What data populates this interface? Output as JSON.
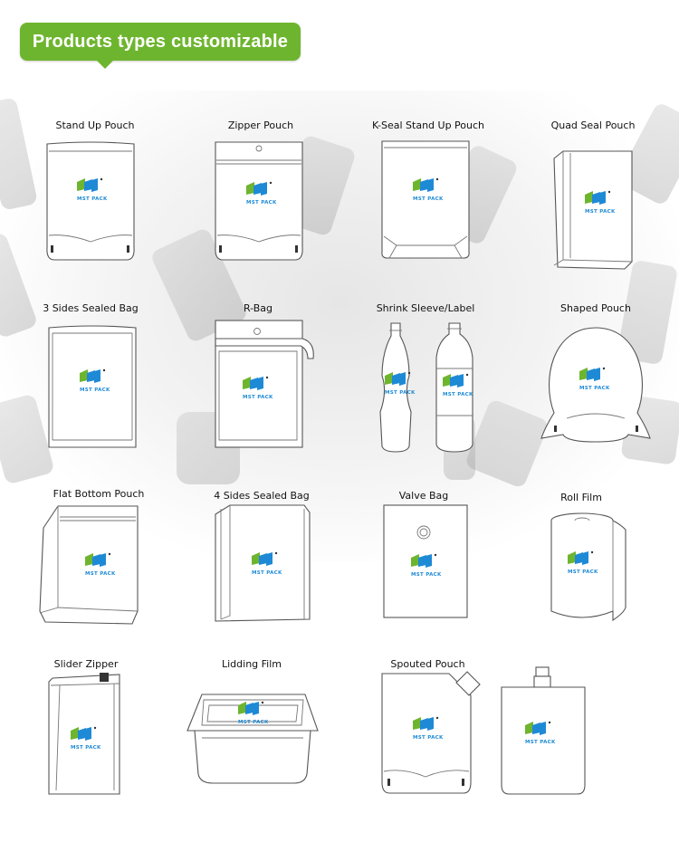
{
  "banner": {
    "title": "Products types customizable",
    "color": "#6eb52f"
  },
  "brand": {
    "logo_text": "MST PACK",
    "blue": "#1e8ad6",
    "green": "#6eb52f"
  },
  "products": [
    {
      "id": "stand-up-pouch",
      "label": "Stand Up Pouch"
    },
    {
      "id": "zipper-pouch",
      "label": "Zipper Pouch"
    },
    {
      "id": "k-seal-stand-up-pouch",
      "label": "K-Seal Stand Up Pouch"
    },
    {
      "id": "quad-seal-pouch",
      "label": "Quad Seal Pouch"
    },
    {
      "id": "three-sides-sealed-bag",
      "label": "3 Sides Sealed Bag"
    },
    {
      "id": "r-bag",
      "label": "R-Bag"
    },
    {
      "id": "shrink-sleeve-label",
      "label": "Shrink Sleeve/Label"
    },
    {
      "id": "shaped-pouch",
      "label": "Shaped Pouch"
    },
    {
      "id": "flat-bottom-pouch",
      "label": "Flat Bottom Pouch"
    },
    {
      "id": "four-sides-sealed-bag",
      "label": "4 Sides Sealed Bag"
    },
    {
      "id": "valve-bag",
      "label": "Valve Bag"
    },
    {
      "id": "roll-film",
      "label": "Roll Film"
    },
    {
      "id": "slider-zipper",
      "label": "Slider Zipper"
    },
    {
      "id": "lidding-film",
      "label": "Lidding Film"
    },
    {
      "id": "spouted-pouch",
      "label": "Spouted Pouch"
    }
  ]
}
